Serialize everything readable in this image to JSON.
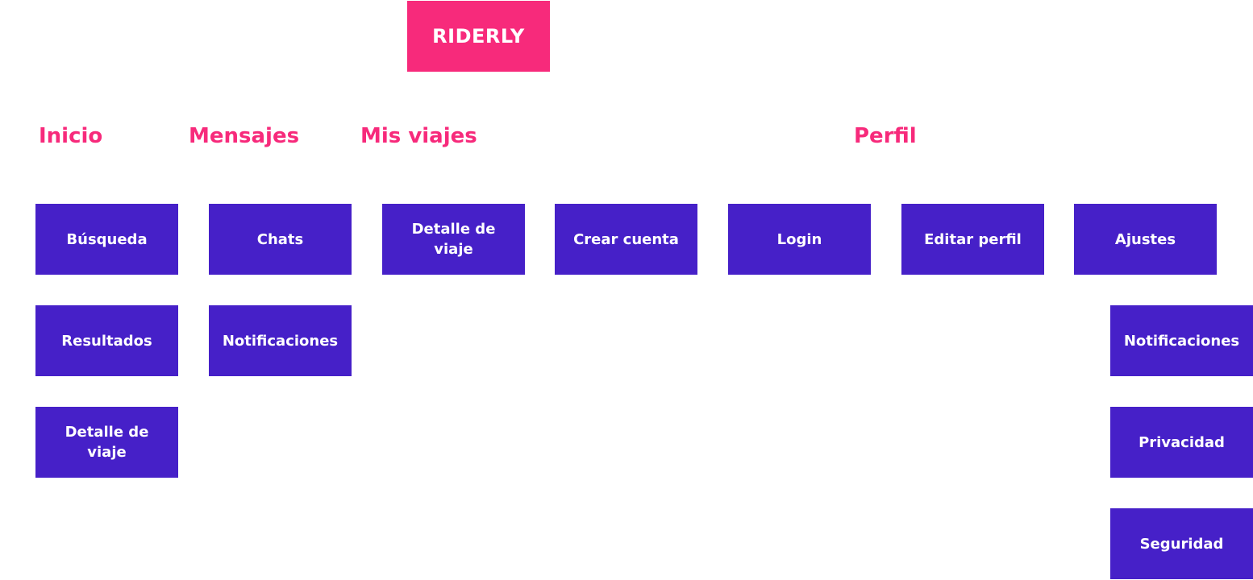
{
  "logo": "RIDERLY",
  "sections": {
    "inicio": "Inicio",
    "mensajes": "Mensajes",
    "mis_viajes": "Mis viajes",
    "perfil": "Perfil"
  },
  "nodes": {
    "busqueda": "Búsqueda",
    "resultados": "Resultados",
    "detalle_viaje_inicio": "Detalle de viaje",
    "chats": "Chats",
    "notificaciones_mensajes": "Notificaciones",
    "detalle_viaje_mis_viajes": "Detalle de viaje",
    "crear_cuenta": "Crear cuenta",
    "login": "Login",
    "editar_perfil": "Editar perfil",
    "ajustes": "Ajustes",
    "notificaciones_ajustes": "Notificaciones",
    "privacidad": "Privacidad",
    "seguridad": "Seguridad"
  },
  "colors": {
    "accent": "#f72a7b",
    "node": "#4620c8",
    "background": "#ffffff"
  }
}
